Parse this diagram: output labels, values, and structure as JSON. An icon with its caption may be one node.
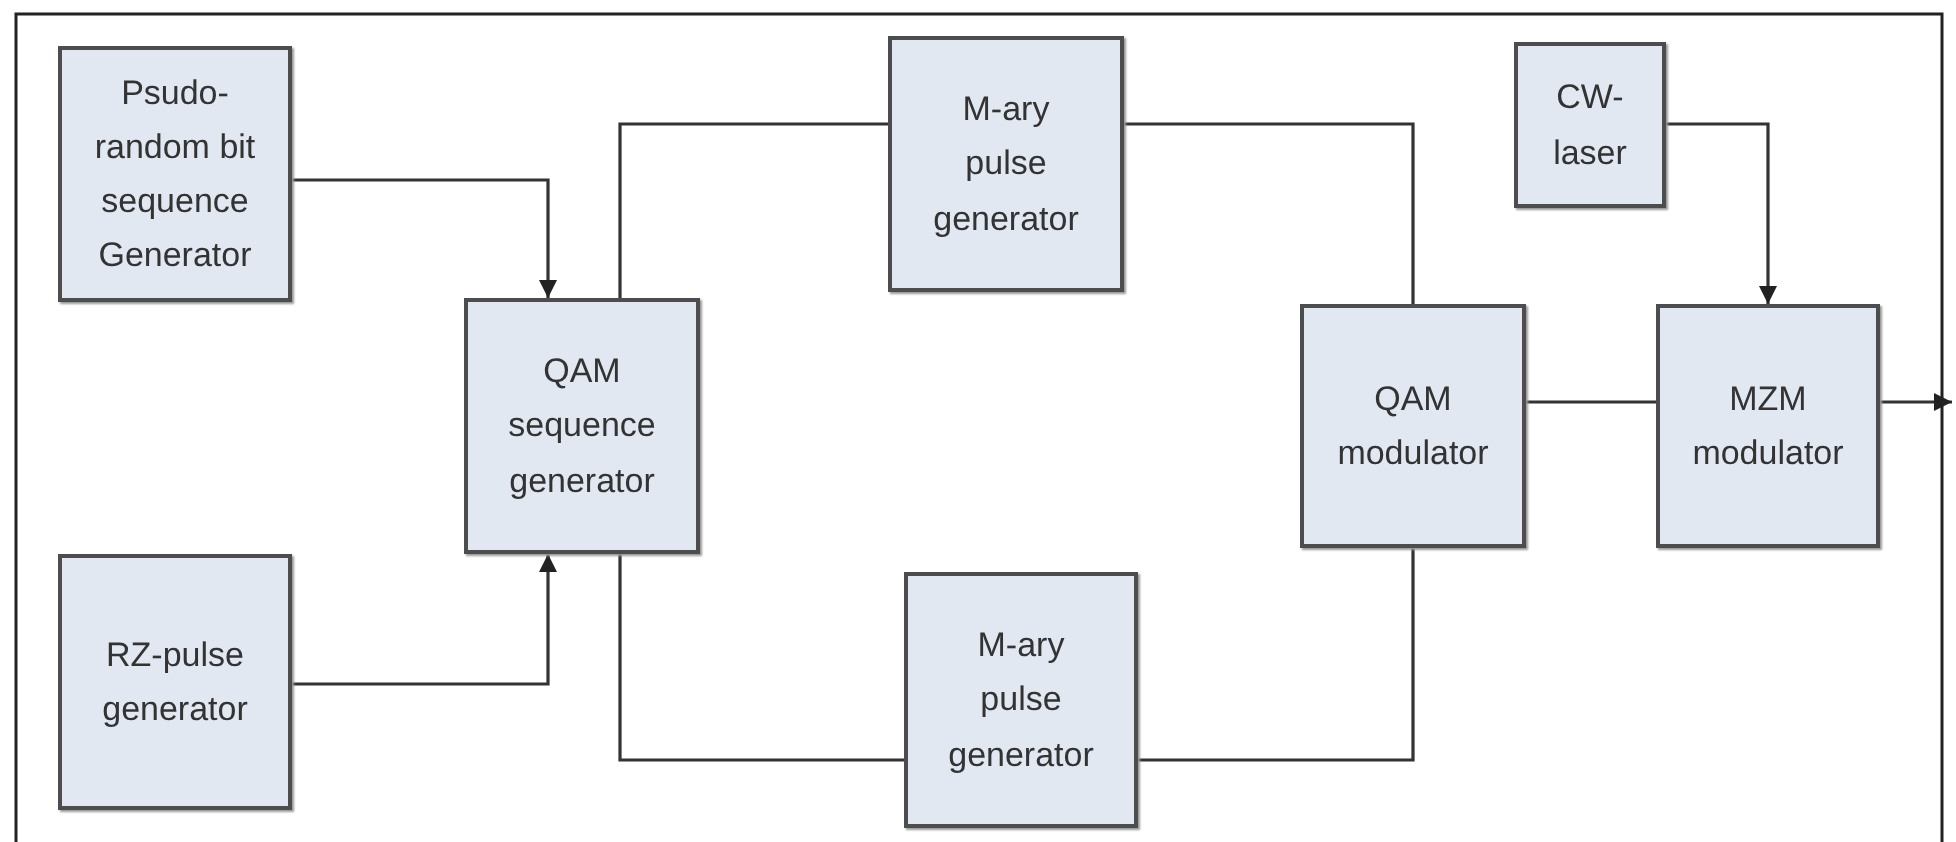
{
  "diagram": {
    "nodes": [
      {
        "text": [
          "Psudo-random bit sequence Generator"
        ]
      },
      {
        "text": [
          "RZ-pulse generator"
        ]
      },
      {
        "text": [
          "QAM sequence generator"
        ]
      },
      {
        "text": [
          "M-ary pulse generator"
        ]
      },
      {
        "text": [
          "M-ary pulse generator"
        ]
      },
      {
        "text": [
          "CW-laser"
        ]
      },
      {
        "text": [
          "QAM modulator"
        ]
      },
      {
        "text": [
          "MZM modulator"
        ]
      }
    ],
    "edges": [
      {
        "from": 0,
        "to": 2,
        "arrow": "to"
      },
      {
        "from": 1,
        "to": 2,
        "arrow": "to"
      },
      {
        "from": 2,
        "to": 3,
        "arrow": "none"
      },
      {
        "from": 2,
        "to": 4,
        "arrow": "none"
      },
      {
        "from": 3,
        "to": 6,
        "arrow": "none"
      },
      {
        "from": 4,
        "to": 6,
        "arrow": "none"
      },
      {
        "from": 5,
        "to": 7,
        "arrow": "to"
      },
      {
        "from": 6,
        "to": 7,
        "arrow": "none"
      },
      {
        "from": 7,
        "to": null,
        "arrow": "to"
      }
    ]
  }
}
